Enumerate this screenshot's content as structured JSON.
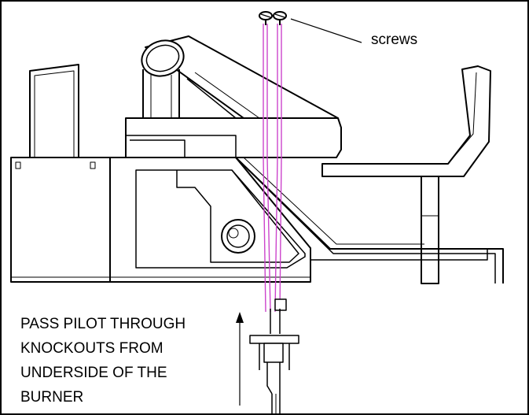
{
  "labels": {
    "screws": "screws",
    "instruction_lines": [
      "PASS PILOT THROUGH",
      "KNOCKOUTS FROM",
      "UNDERSIDE OF THE",
      "BURNER"
    ]
  },
  "colors": {
    "line": "#000000",
    "guide": "#cc44cc",
    "background": "#ffffff"
  },
  "icons": [
    "screw-icon",
    "pilot-assembly-icon",
    "upward-arrow-icon"
  ]
}
